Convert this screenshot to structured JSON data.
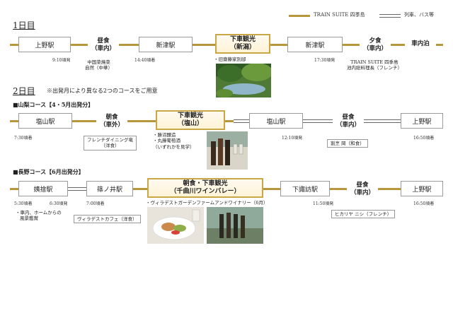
{
  "legend": {
    "train_suite": "TRAIN SUITE 四季島",
    "other": "列車、バス等"
  },
  "day1": {
    "heading": "1日目",
    "stations": [
      "上野駅",
      "新津駅",
      "新津駅",
      "車内泊"
    ],
    "lunch": {
      "line1": "昼食",
      "line2": "（車内）"
    },
    "dinner": {
      "line1": "夕食",
      "line2": "（車内）"
    },
    "times": [
      "9:10頃発",
      "14:40頃着",
      "17:30頃発"
    ],
    "lunch_note": [
      "中国菜燒菜",
      "自然（中華）"
    ],
    "dinner_note": [
      "TRAIN SUITE 四季島",
      "池内総料理長（フレンチ）"
    ],
    "sightseeing": {
      "line1": "下車観光",
      "line2": "（新潟）"
    },
    "sight_note": "・旧齋藤家別邸"
  },
  "day2": {
    "heading": "2日目",
    "note": "※出発月により異なる2つのコースをご用意",
    "course1": {
      "title": "■山梨コース【4・5月出発分】",
      "stations": [
        "塩山駅",
        "塩山駅",
        "上野駅"
      ],
      "breakfast": {
        "line1": "朝食",
        "line2": "（車外）"
      },
      "lunch": {
        "line1": "昼食",
        "line2": "（車内）"
      },
      "sightseeing": {
        "line1": "下車観光",
        "line2": "（塩山）"
      },
      "times": [
        "7:30頃着",
        "12:10頃発",
        "16:50頃着"
      ],
      "breakfast_note": [
        "フレンチダイニング竜",
        "（洋食）"
      ],
      "sight_note": [
        "・勝沼醸造",
        "・丸藤葡萄酒",
        "（いずれかを見学）"
      ],
      "lunch_note": "割烹 岡（和食）"
    },
    "course2": {
      "title": "■長野コース【6月出発分】",
      "stations": [
        "姨捨駅",
        "篠ノ井駅",
        "下諏訪駅",
        "上野駅"
      ],
      "breakfast_sight": {
        "line1": "朝食・下車観光",
        "line2": "（千曲川ワインバレー）"
      },
      "lunch": {
        "line1": "昼食",
        "line2": "（車内）"
      },
      "times": [
        "5:30頃着",
        "6:30頃発",
        "7:00頃着",
        "11:50頃発",
        "16:50頃着"
      ],
      "obasute_note": [
        "・車内、ホームからの",
        "風景鑑賞"
      ],
      "breakfast_note": "ヴィラデストカフェ（洋食）",
      "sight_note": "・ヴィラデストガーデンファームアンドワイナリー（6月）",
      "lunch_note": "ヒカリヤ ニシ（フレンチ）"
    }
  },
  "colors": {
    "gold": "#b8963c",
    "gold_border": "#c9a646",
    "box_border": "#9a9a9a"
  }
}
